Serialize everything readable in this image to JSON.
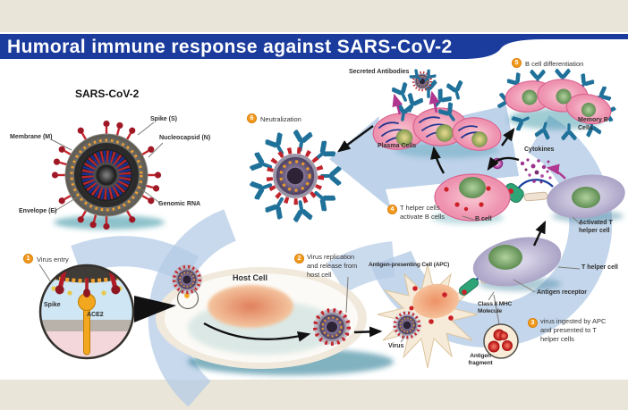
{
  "title": "Humoral immune response against SARS-CoV-2",
  "virus_diagram": {
    "heading": "SARS-CoV-2",
    "spike": "Spike (S)",
    "membrane": "Membrane (M)",
    "nucleocapsid": "Nucleocapsid (N)",
    "envelope": "Envelope (E)",
    "genomic_rna": "Genomic RNA"
  },
  "inset": {
    "spike": "Spike",
    "ace2": "ACE2"
  },
  "steps": [
    {
      "num": "1",
      "text": "Virus entry"
    },
    {
      "num": "2",
      "text": "Virus replication and release from host cell"
    },
    {
      "num": "3",
      "text": "virus ingested by APC and presented to T helper cells"
    },
    {
      "num": "4",
      "text": "T helper cells activate B cells"
    },
    {
      "num": "5",
      "text": "B cell differentiation"
    },
    {
      "num": "6",
      "text": "Neutralization"
    }
  ],
  "labels": {
    "host_cell": "Host Cell",
    "apc": "Antigen-presenting Cell (APC)",
    "virus": "Virus",
    "mhc": "Class II MHC Molecule",
    "antigen_fragment": "Antigen fragment",
    "t_helper": "T helper cell",
    "antigen_receptor": "Antigen receptor",
    "activated_t_helper": "Activated T helper cell",
    "b_cell": "B cell",
    "cytokines": "Cytokines",
    "plasma_cells": "Plasma Cells",
    "secreted_antibodies": "Secreted Antibodies",
    "memory_b_cells": "Memory B Cells"
  },
  "colors": {
    "banner": "#1b3c9c",
    "background": "#e9e5d8",
    "flow_band": "#b3cae6",
    "badge_orange": "#f29a1e",
    "antibody_teal": "#20719a",
    "cell_pink": "#f29ab3",
    "magenta": "#b0368f",
    "virus_red": "#c2242c"
  }
}
